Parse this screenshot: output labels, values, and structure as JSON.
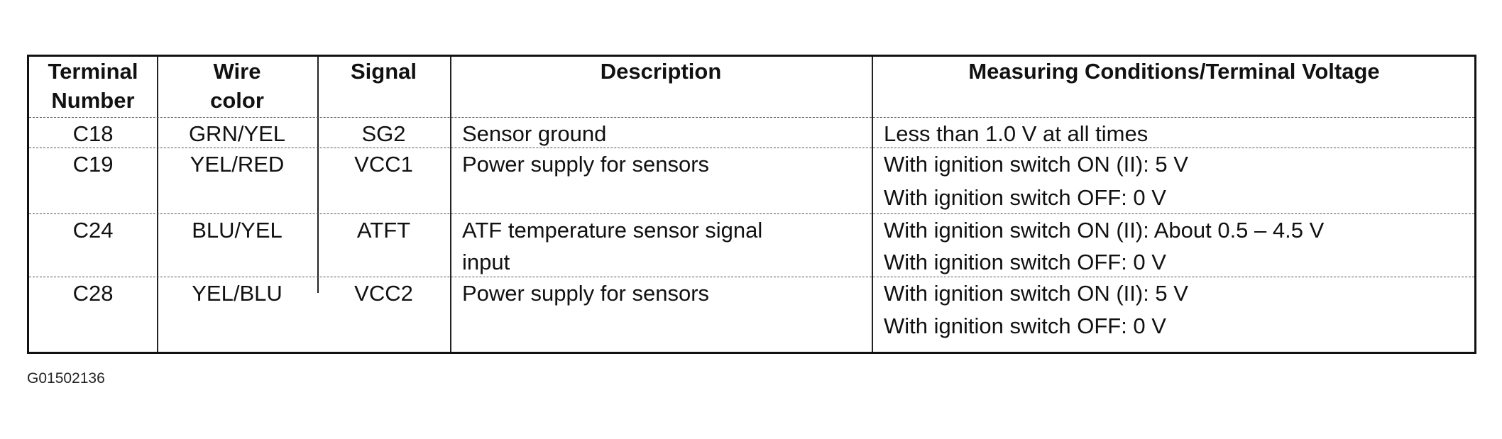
{
  "table": {
    "headers": {
      "terminal_number": "Terminal\nNumber",
      "wire_color": "Wire\ncolor",
      "signal": "Signal",
      "description": "Description",
      "measuring": "Measuring Conditions/Terminal Voltage"
    },
    "rows": [
      {
        "terminal": "C18",
        "wire": "GRN/YEL",
        "signal": "SG2",
        "description": [
          "Sensor ground"
        ],
        "measuring": [
          "Less than 1.0 V at all times"
        ]
      },
      {
        "terminal": "C19",
        "wire": "YEL/RED",
        "signal": "VCC1",
        "description": [
          "Power supply for sensors"
        ],
        "measuring": [
          "With ignition switch ON (II): 5 V",
          "With ignition switch OFF: 0 V"
        ]
      },
      {
        "terminal": "C24",
        "wire": "BLU/YEL",
        "signal": "ATFT",
        "description": [
          "ATF temperature sensor signal",
          "input"
        ],
        "measuring": [
          "With ignition switch ON (II): About 0.5 – 4.5 V",
          "With ignition switch OFF: 0 V"
        ]
      },
      {
        "terminal": "C28",
        "wire": "YEL/BLU",
        "signal": "VCC2",
        "description": [
          "Power supply for sensors"
        ],
        "measuring": [
          "With ignition switch ON (II): 5 V",
          "With ignition switch OFF: 0 V"
        ]
      }
    ]
  },
  "caption": "G01502136"
}
